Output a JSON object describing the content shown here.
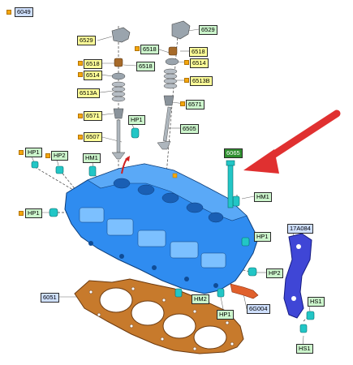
{
  "colors": {
    "label_bg_yellow": "#ffff99",
    "label_bg_blue": "#cfe0ff",
    "label_bg_green": "#ccf5cc",
    "label_bg_darkgreen": "#2f8f2f",
    "orange_tick": "#f4a60c",
    "engine_blue": "#2f8cf0",
    "gasket_orange": "#c77a2c",
    "arrow_red": "#e03030",
    "bolt_teal": "#22c6c6"
  },
  "labels": {
    "l6049": "6049",
    "l6529a": "6529",
    "l6529b": "6529",
    "l6518a": "6518",
    "l6518b": "6518",
    "l6518c": "6518",
    "l6518d": "6518",
    "l6514a": "6514",
    "l6514b": "6514",
    "l6513a": "6513A",
    "l6513b": "6513B",
    "l6571a": "6571",
    "l6571b": "6571",
    "l6507": "6507",
    "l6505": "6505",
    "hp1a": "HP1",
    "hp1b": "HP1",
    "hp1c": "HP1",
    "hp1d": "HP1",
    "hp1e": "HP1",
    "hp2a": "HP2",
    "hp2b": "HP2",
    "hm1a": "HM1",
    "hm1b": "HM1",
    "hm2": "HM2",
    "l6065": "6065",
    "l17a084": "17A084",
    "hs1a": "HS1",
    "hs1b": "HS1",
    "l6051": "6051",
    "l6g004": "6G004"
  },
  "icons": {
    "exploded_arrow": "red-arrow-icon",
    "bolt": "bolt-icon",
    "valve": "valve-icon"
  }
}
